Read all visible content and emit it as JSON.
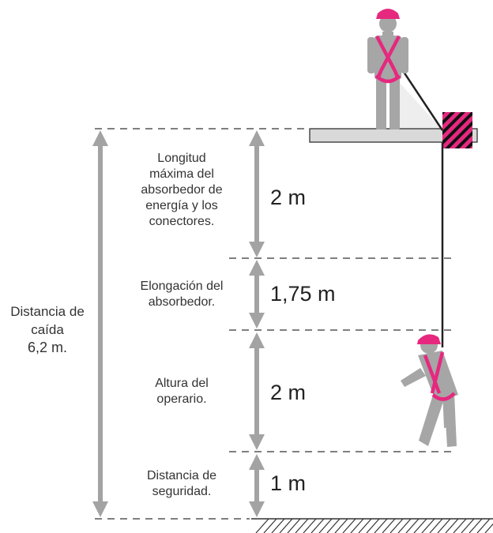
{
  "total": {
    "lines": [
      "Distancia de",
      "caída",
      "6,2 m."
    ]
  },
  "segments": [
    {
      "label_lines": [
        "Longitud",
        "máxima del",
        "absorbedor de",
        "energía y los",
        "conectores."
      ],
      "value": "2 m"
    },
    {
      "label_lines": [
        "Elongación del",
        "absorbedor."
      ],
      "value": "1,75 m"
    },
    {
      "label_lines": [
        "Altura del",
        "operario."
      ],
      "value": "2 m"
    },
    {
      "label_lines": [
        "Distancia de",
        "seguridad."
      ],
      "value": "1 m"
    }
  ],
  "colors": {
    "harness": "#e6287f",
    "figure": "#a6a6a6",
    "arrow": "#a3a3a3",
    "dashes": "#555555",
    "platform": "#d9d9d9"
  }
}
